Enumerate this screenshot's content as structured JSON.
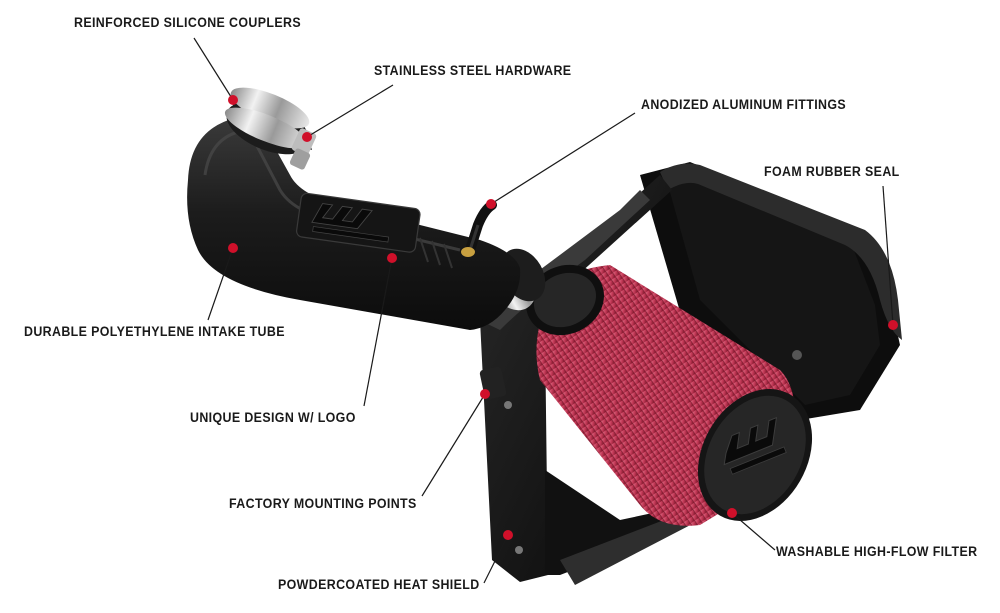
{
  "annotations": [
    {
      "id": "reinforced-silicone-couplers",
      "text": "REINFORCED SILICONE COUPLERS"
    },
    {
      "id": "stainless-steel-hardware",
      "text": "STAINLESS STEEL HARDWARE"
    },
    {
      "id": "anodized-aluminum-fittings",
      "text": "ANODIZED ALUMINUM FITTINGS"
    },
    {
      "id": "foam-rubber-seal",
      "text": "FOAM RUBBER SEAL"
    },
    {
      "id": "durable-polyethylene-intake-tube",
      "text": "DURABLE POLYETHYLENE INTAKE TUBE"
    },
    {
      "id": "unique-design-logo",
      "text": "UNIQUE DESIGN W/ LOGO"
    },
    {
      "id": "factory-mounting-points",
      "text": "FACTORY MOUNTING POINTS"
    },
    {
      "id": "washable-high-flow-filter",
      "text": "WASHABLE HIGH-FLOW FILTER"
    },
    {
      "id": "powdercoated-heat-shield",
      "text": "POWDERCOATED HEAT SHIELD"
    }
  ],
  "colors": {
    "callout_dot": "#d0102a",
    "leader_line": "#1a1a1a",
    "plastic": "#1b1b1b",
    "filter_pink": "#c43a58"
  },
  "icons": [
    "flowmaster-logo"
  ]
}
